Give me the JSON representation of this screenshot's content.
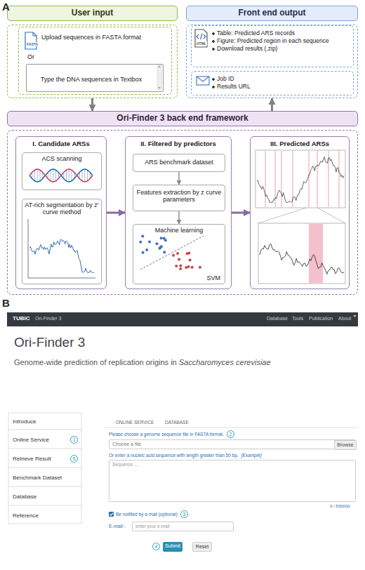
{
  "diagram": {
    "nodes": [
      {
        "text": [
          "User input"
        ]
      },
      {
        "text": [
          "Upload sequences in FASTA format",
          "Or"
        ],
        "in": 0
      },
      {
        "text": [
          "Type the DNA sequences in Textbox"
        ],
        "in": 1
      },
      {
        "text": [
          "Front end output"
        ]
      },
      {
        "text": [
          "Table: Predicted ARS records",
          "Figure: Predicted region in each sequence",
          "Download results (.zip)"
        ],
        "in": 3
      },
      {
        "text": [
          "Job ID",
          "Results URL"
        ],
        "in": 3
      },
      {
        "text": [
          "Ori-Finder 3 back end framework"
        ]
      },
      {
        "text": [
          "I. Candidate ARSs"
        ],
        "in": 6
      },
      {
        "text": [
          "ACS scanning"
        ],
        "in": 7
      },
      {
        "text": [
          "AT-rich segmentation by z' curve method"
        ],
        "in": 7
      },
      {
        "text": [
          "II. Filtered by predictors"
        ],
        "in": 6
      },
      {
        "text": [
          "ARS benchmark dataset"
        ],
        "in": 10
      },
      {
        "text": [
          "Features extraction by z curve parameters"
        ],
        "in": 10
      },
      {
        "text": [
          "Machine learning",
          "SVM"
        ],
        "in": 10
      },
      {
        "text": [
          "III. Predicted ARSs"
        ],
        "in": 6
      },
      {
        "text": [
          "Choose a file"
        ]
      },
      {
        "text": [
          "Browse"
        ],
        "in": 15
      },
      {
        "text": [
          "Sequence ..."
        ]
      },
      {
        "text": [
          "enter your e-mail"
        ]
      },
      {
        "text": [
          "Submit"
        ]
      },
      {
        "text": [
          "Reset"
        ]
      }
    ],
    "edges": [
      {
        "from": 0,
        "to": 6,
        "arrow": "to"
      },
      {
        "from": 6,
        "to": 3,
        "arrow": "to"
      },
      {
        "from": 7,
        "to": 10,
        "arrow": "to"
      },
      {
        "from": 10,
        "to": 14,
        "arrow": "to"
      },
      {
        "from": 11,
        "to": 12,
        "arrow": "to"
      },
      {
        "from": 12,
        "to": 13,
        "arrow": "to"
      }
    ],
    "labels": [
      "A",
      "FASTA",
      "HTML",
      "B",
      "TUBIC",
      "Ori-Finder 3",
      "Database",
      "Tools",
      "Publication",
      "About",
      "Ori-Finder 3",
      "Genome-wide prediction of replication origins in",
      "Saccharomyces cerevisiae",
      "Introduce",
      "Online Service",
      "1",
      "Retrieve Result",
      "5",
      "Benchmark Dataset",
      "Database",
      "Reference",
      "ONLINE SERVICE",
      "DATABASE",
      "Please choose a genome sequence file in FASTA format.",
      "2",
      "Or enter a nucleic acid sequence with length greater than 50 bp.",
      "[Example]",
      "0 / 500000",
      "Be notified by e-mail (optional)",
      "3",
      "E-mail :",
      "4"
    ]
  }
}
